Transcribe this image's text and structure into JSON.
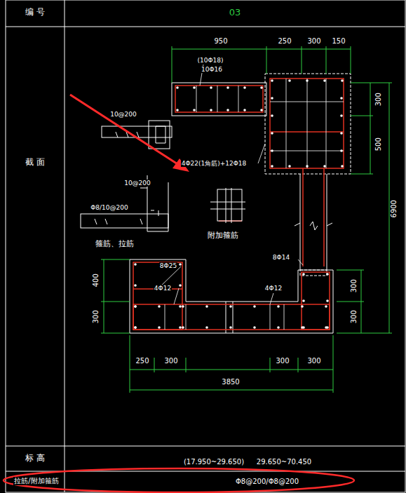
{
  "diagram": {
    "labels": [
      "编 号",
      "03",
      "截 面",
      "950",
      "250",
      "300",
      "150",
      "(10Φ18)",
      "10Φ16",
      "300",
      "500",
      "6900",
      "10@200",
      "4Φ22(1角筋)+12Φ18",
      "10@200",
      "Φ8/10@200",
      "箍筋、拉筋",
      "附加箍筋",
      "8Φ25",
      "8Φ14",
      "4Φ12",
      "4Φ12",
      "400",
      "300",
      "300",
      "300",
      "250",
      "300",
      "300",
      "300",
      "3850",
      "标 高",
      "(17.950~29.650)",
      "29.650~70.450",
      "拉筋/附加箍筋",
      "Φ8@200/Φ8@200"
    ]
  }
}
